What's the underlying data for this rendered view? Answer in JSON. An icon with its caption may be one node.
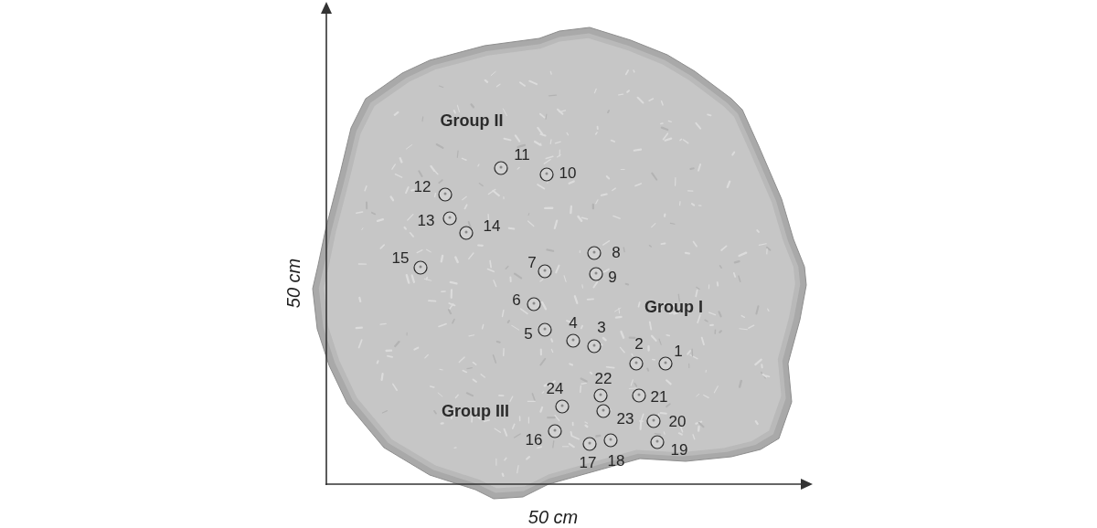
{
  "diagram": {
    "labels": [
      "Group II",
      "11",
      "10",
      "12",
      "13",
      "14",
      "8",
      "15",
      "7",
      "9",
      "6",
      "Group I",
      "4",
      "3",
      "5",
      "2",
      "1",
      "22",
      "24",
      "21",
      "Group III",
      "23",
      "20",
      "16",
      "19",
      "18",
      "17",
      "50 cm",
      "50 cm"
    ]
  }
}
